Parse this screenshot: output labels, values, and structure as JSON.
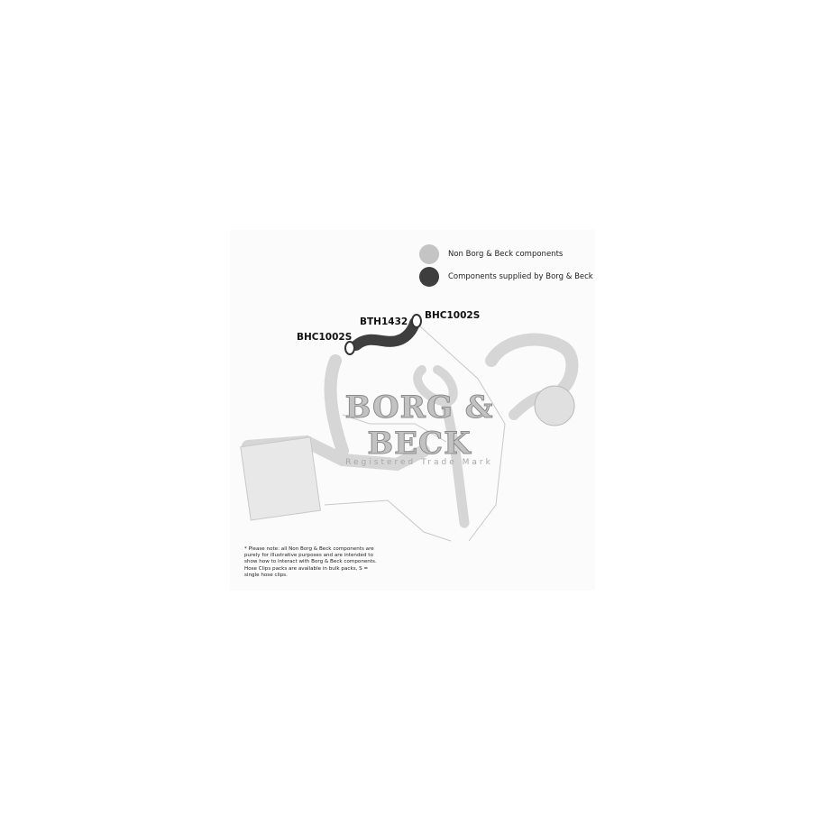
{
  "legend": [
    {
      "label": "Non Borg & Beck components",
      "color": "#c4c4c4"
    },
    {
      "label": "Components supplied by Borg & Beck",
      "color": "#3e3e3e"
    }
  ],
  "parts": {
    "hose": "BTH1432",
    "clip_left": "BHC1002S",
    "clip_right": "BHC1002S"
  },
  "watermark": {
    "brand": "BORG & BECK",
    "sub": "Registered Trade Mark"
  },
  "note": "* Please note: all Non Borg & Beck components are purely for illustrative purposes and are intended to show how to interact with Borg & Beck components. Hose Clips packs are available in bulk packs, S = single hose clips."
}
